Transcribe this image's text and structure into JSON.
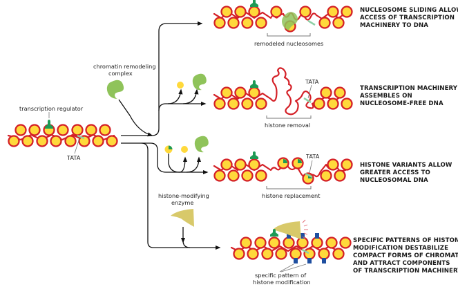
{
  "colors": {
    "dna": "#d42027",
    "histone_core": "#ffd93b",
    "remodeling_complex": "#8fc35a",
    "regulator": "#1e9a55",
    "tata": "#8fd0a6",
    "modifying_enzyme": "#d8c96a",
    "modification_mark": "#1f4fa0",
    "variant_wedge": "#1e9a55",
    "arrow": "#111111"
  },
  "start": {
    "regulator_label": "transcription regulator",
    "tata_label": "TATA"
  },
  "inputs": {
    "remodeling_complex_label_line1": "chromatin remodeling",
    "remodeling_complex_label_line2": "complex",
    "modifying_enzyme_label_line1": "histone-modifying",
    "modifying_enzyme_label_line2": "enzyme"
  },
  "outcomes": [
    {
      "bracket_label": "remodeled nucleosomes",
      "caption": [
        "NUCLEOSOME SLIDING ALLOWS",
        "ACCESS OF TRANSCRIPTION",
        "MACHINERY TO DNA"
      ]
    },
    {
      "bracket_label": "histone removal",
      "tata_label": "TATA",
      "caption": [
        "TRANSCRIPTION MACHINERY",
        "ASSEMBLES ON",
        "NUCLEOSOME-FREE DNA"
      ]
    },
    {
      "bracket_label": "histone replacement",
      "tata_label": "TATA",
      "caption": [
        "HISTONE VARIANTS ALLOW",
        "GREATER ACCESS TO",
        "NUCLEOSOMAL DNA"
      ]
    },
    {
      "bracket_label_line1": "specific pattern of",
      "bracket_label_line2": "histone modification",
      "caption": [
        "SPECIFIC PATTERNS OF HISTONE",
        "MODIFICATION DESTABILIZE",
        "COMPACT FORMS OF CHROMATIN",
        "AND ATTRACT COMPONENTS",
        "OF TRANSCRIPTION MACHINERY"
      ]
    }
  ]
}
